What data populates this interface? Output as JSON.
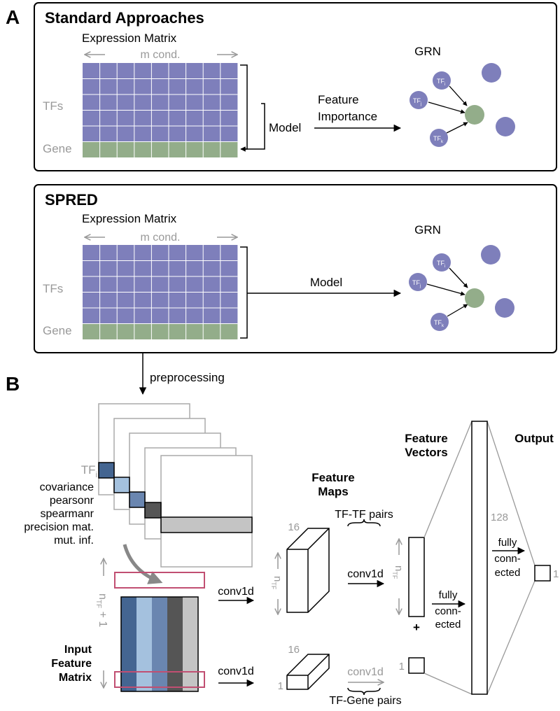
{
  "panel_a": {
    "letter": "A",
    "top": {
      "title": "Standard Approaches",
      "matrix_title": "Expression Matrix",
      "m_cond": "m cond.",
      "tfs_label": "TFs",
      "gene_label": "Gene",
      "model_label": "Model",
      "feature_line1": "Feature",
      "feature_line2": "Importance",
      "grn_label": "GRN",
      "tf_node": "TF",
      "sub_i": "i",
      "sub_j": "j",
      "sub_k": "k"
    },
    "bottom": {
      "title": "SPRED",
      "matrix_title": "Expression Matrix",
      "m_cond": "m cond.",
      "tfs_label": "TFs",
      "gene_label": "Gene",
      "model_label": "Model",
      "grn_label": "GRN",
      "tf_node": "TF",
      "sub_i": "i",
      "sub_j": "j",
      "sub_k": "k"
    },
    "preprocessing": "preprocessing"
  },
  "panel_b": {
    "letter": "B",
    "tf_label": "TF",
    "tf_sub": "i",
    "metrics": [
      "covariance",
      "pearsonr",
      "spearmanr",
      "precision mat.",
      "mut. inf."
    ],
    "input_line1": "Input",
    "input_line2": "Feature",
    "input_line3": "Matrix",
    "ntf_plus": "n",
    "ntf_sub": "TF",
    "plus_one": " + 1",
    "conv1d": "conv1d",
    "feature_maps_line1": "Feature",
    "feature_maps_line2": "Maps",
    "tf_tf_pairs": "TF-TF pairs",
    "tf_gene_pairs": "TF-Gene pairs",
    "num_16": "16",
    "num_1": "1",
    "num_128": "128",
    "plus_sign": "+",
    "feature_vectors_line1": "Feature",
    "feature_vectors_line2": "Vectors",
    "fully_line1": "fully",
    "fully_line2": "conn-",
    "fully_line3": "ected",
    "output": "Output"
  },
  "colors": {
    "tf_blue": "#7e7fbb",
    "gene_green": "#93ad8a",
    "dark_blue": "#446591",
    "light_blue": "#a4c1de",
    "mid_blue": "#6a86b0",
    "dark_gray": "#555555",
    "light_gray": "#c4c4c4",
    "pink": "#c14f72"
  }
}
